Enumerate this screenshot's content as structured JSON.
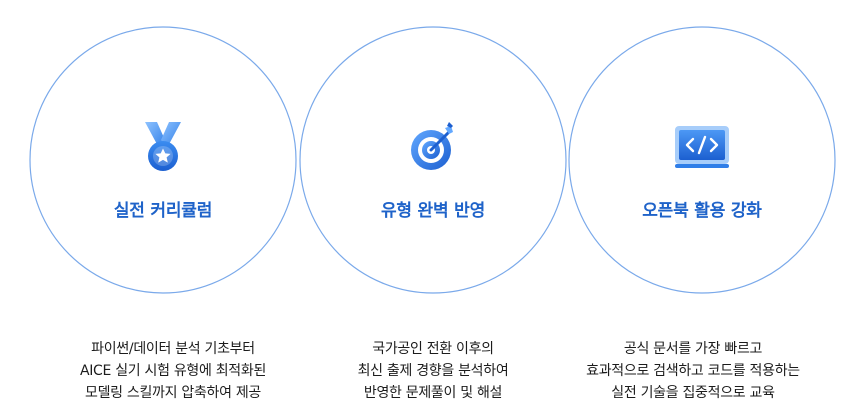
{
  "features": [
    {
      "icon": "medal-icon",
      "title": "실전 커리큘럼",
      "description": [
        "파이썬/데이터 분석 기초부터",
        "AICE 실기 시험 유형에 최적화된",
        "모델링 스킬까지 압축하여 제공"
      ]
    },
    {
      "icon": "target-icon",
      "title": "유형 완벽 반영",
      "description": [
        "국가공인 전환 이후의",
        "최신 출제 경향을 분석하여",
        "반영한 문제풀이 및 해설"
      ]
    },
    {
      "icon": "code-monitor-icon",
      "title": "오픈북 활용 강화",
      "description": [
        "공식 문서를 가장 빠르고",
        "효과적으로 검색하고 코드를 적용하는",
        "실전 기술을 집중적으로 교육"
      ]
    }
  ],
  "colors": {
    "accent": "#1f63c9",
    "circle_stroke": "#7aa9ea",
    "text": "#1c1c1c"
  }
}
